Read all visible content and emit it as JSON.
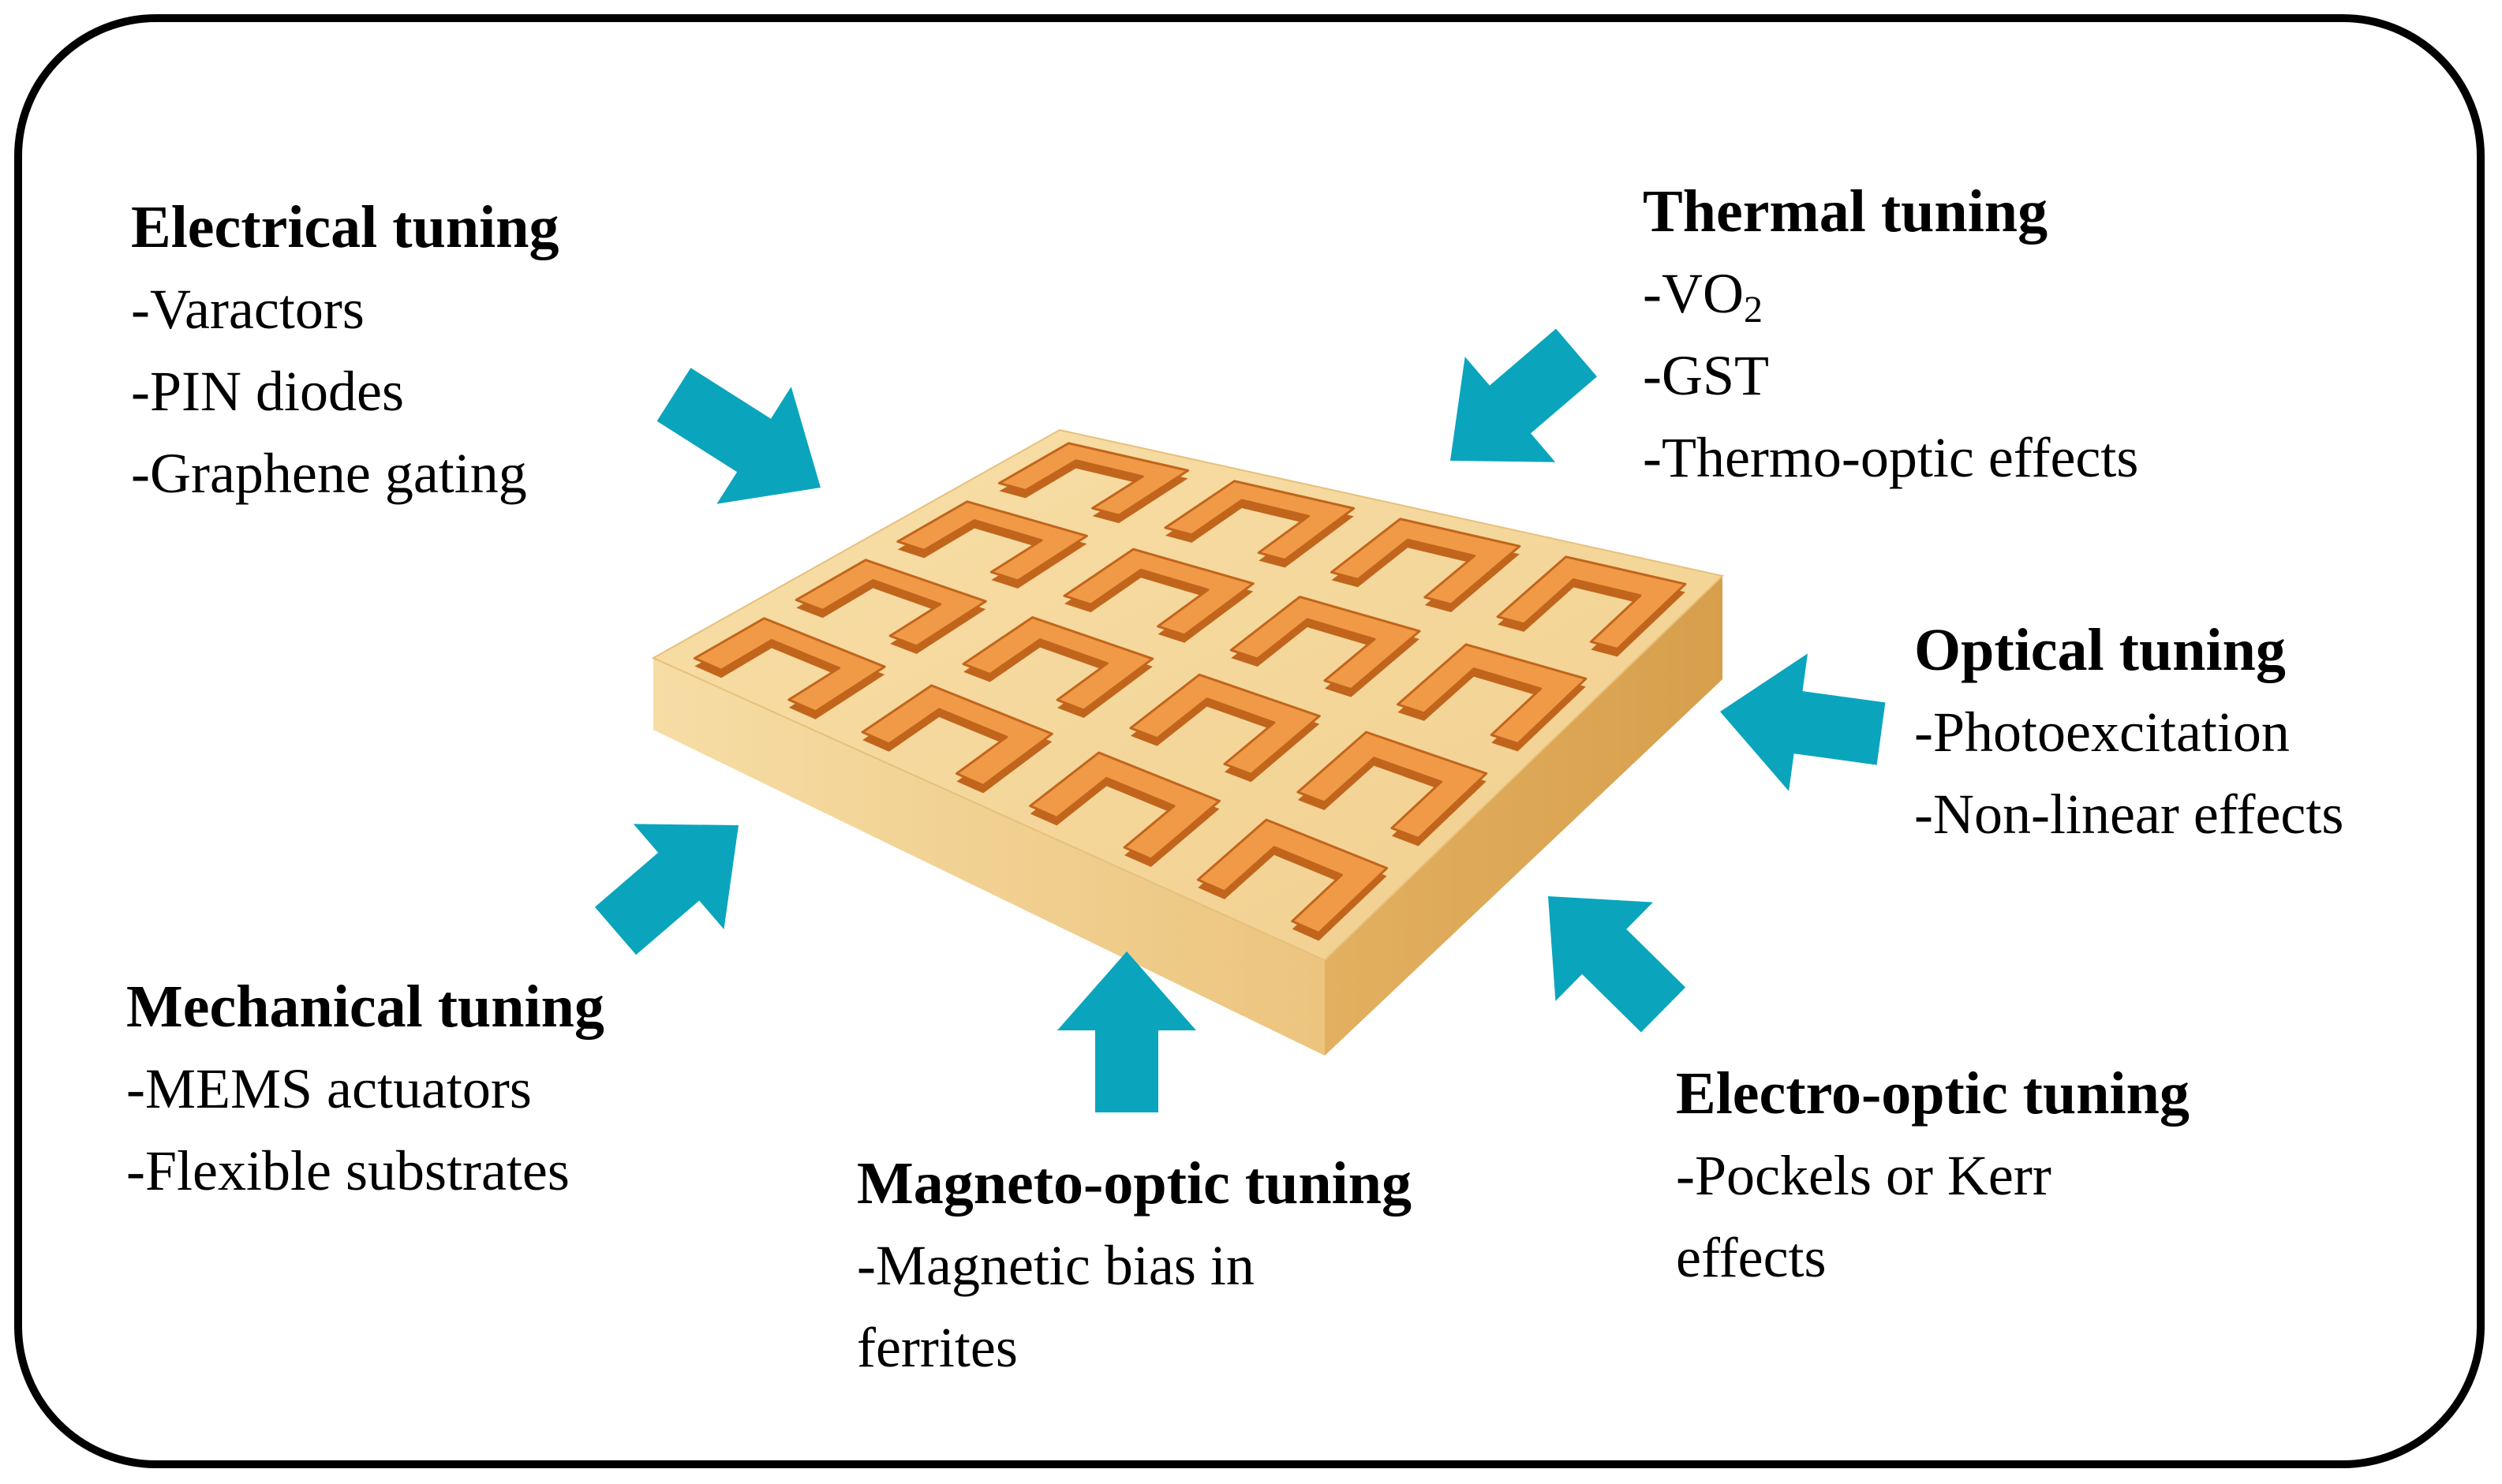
{
  "colors": {
    "arrow": "#0aa5bd",
    "substrate_top": "#f5d79a",
    "substrate_front": "#efcd8a",
    "substrate_side": "#dcaa56",
    "resonator": "#f09a48",
    "resonator_edge": "#c2651c"
  },
  "electrical": {
    "title": "Electrical tuning",
    "items": [
      "-Varactors",
      "-PIN diodes",
      "-Graphene gating"
    ]
  },
  "thermal": {
    "title": "Thermal tuning",
    "vo2_prefix": "-VO",
    "vo2_subscript": "2",
    "items": [
      "-GST",
      "-Thermo-optic effects"
    ]
  },
  "optical": {
    "title": "Optical tuning",
    "items": [
      "-Photoexcitation",
      "-Non-linear effects"
    ]
  },
  "mechanical": {
    "title": "Mechanical tuning",
    "items": [
      "-MEMS actuators",
      "-Flexible substrates"
    ]
  },
  "magneto_optic": {
    "title": "Magneto-optic tuning",
    "items": [
      "-Magnetic bias in",
      "ferrites"
    ]
  },
  "electro_optic": {
    "title": "Electro-optic tuning",
    "items": [
      "-Pockels or Kerr",
      "effects"
    ]
  }
}
